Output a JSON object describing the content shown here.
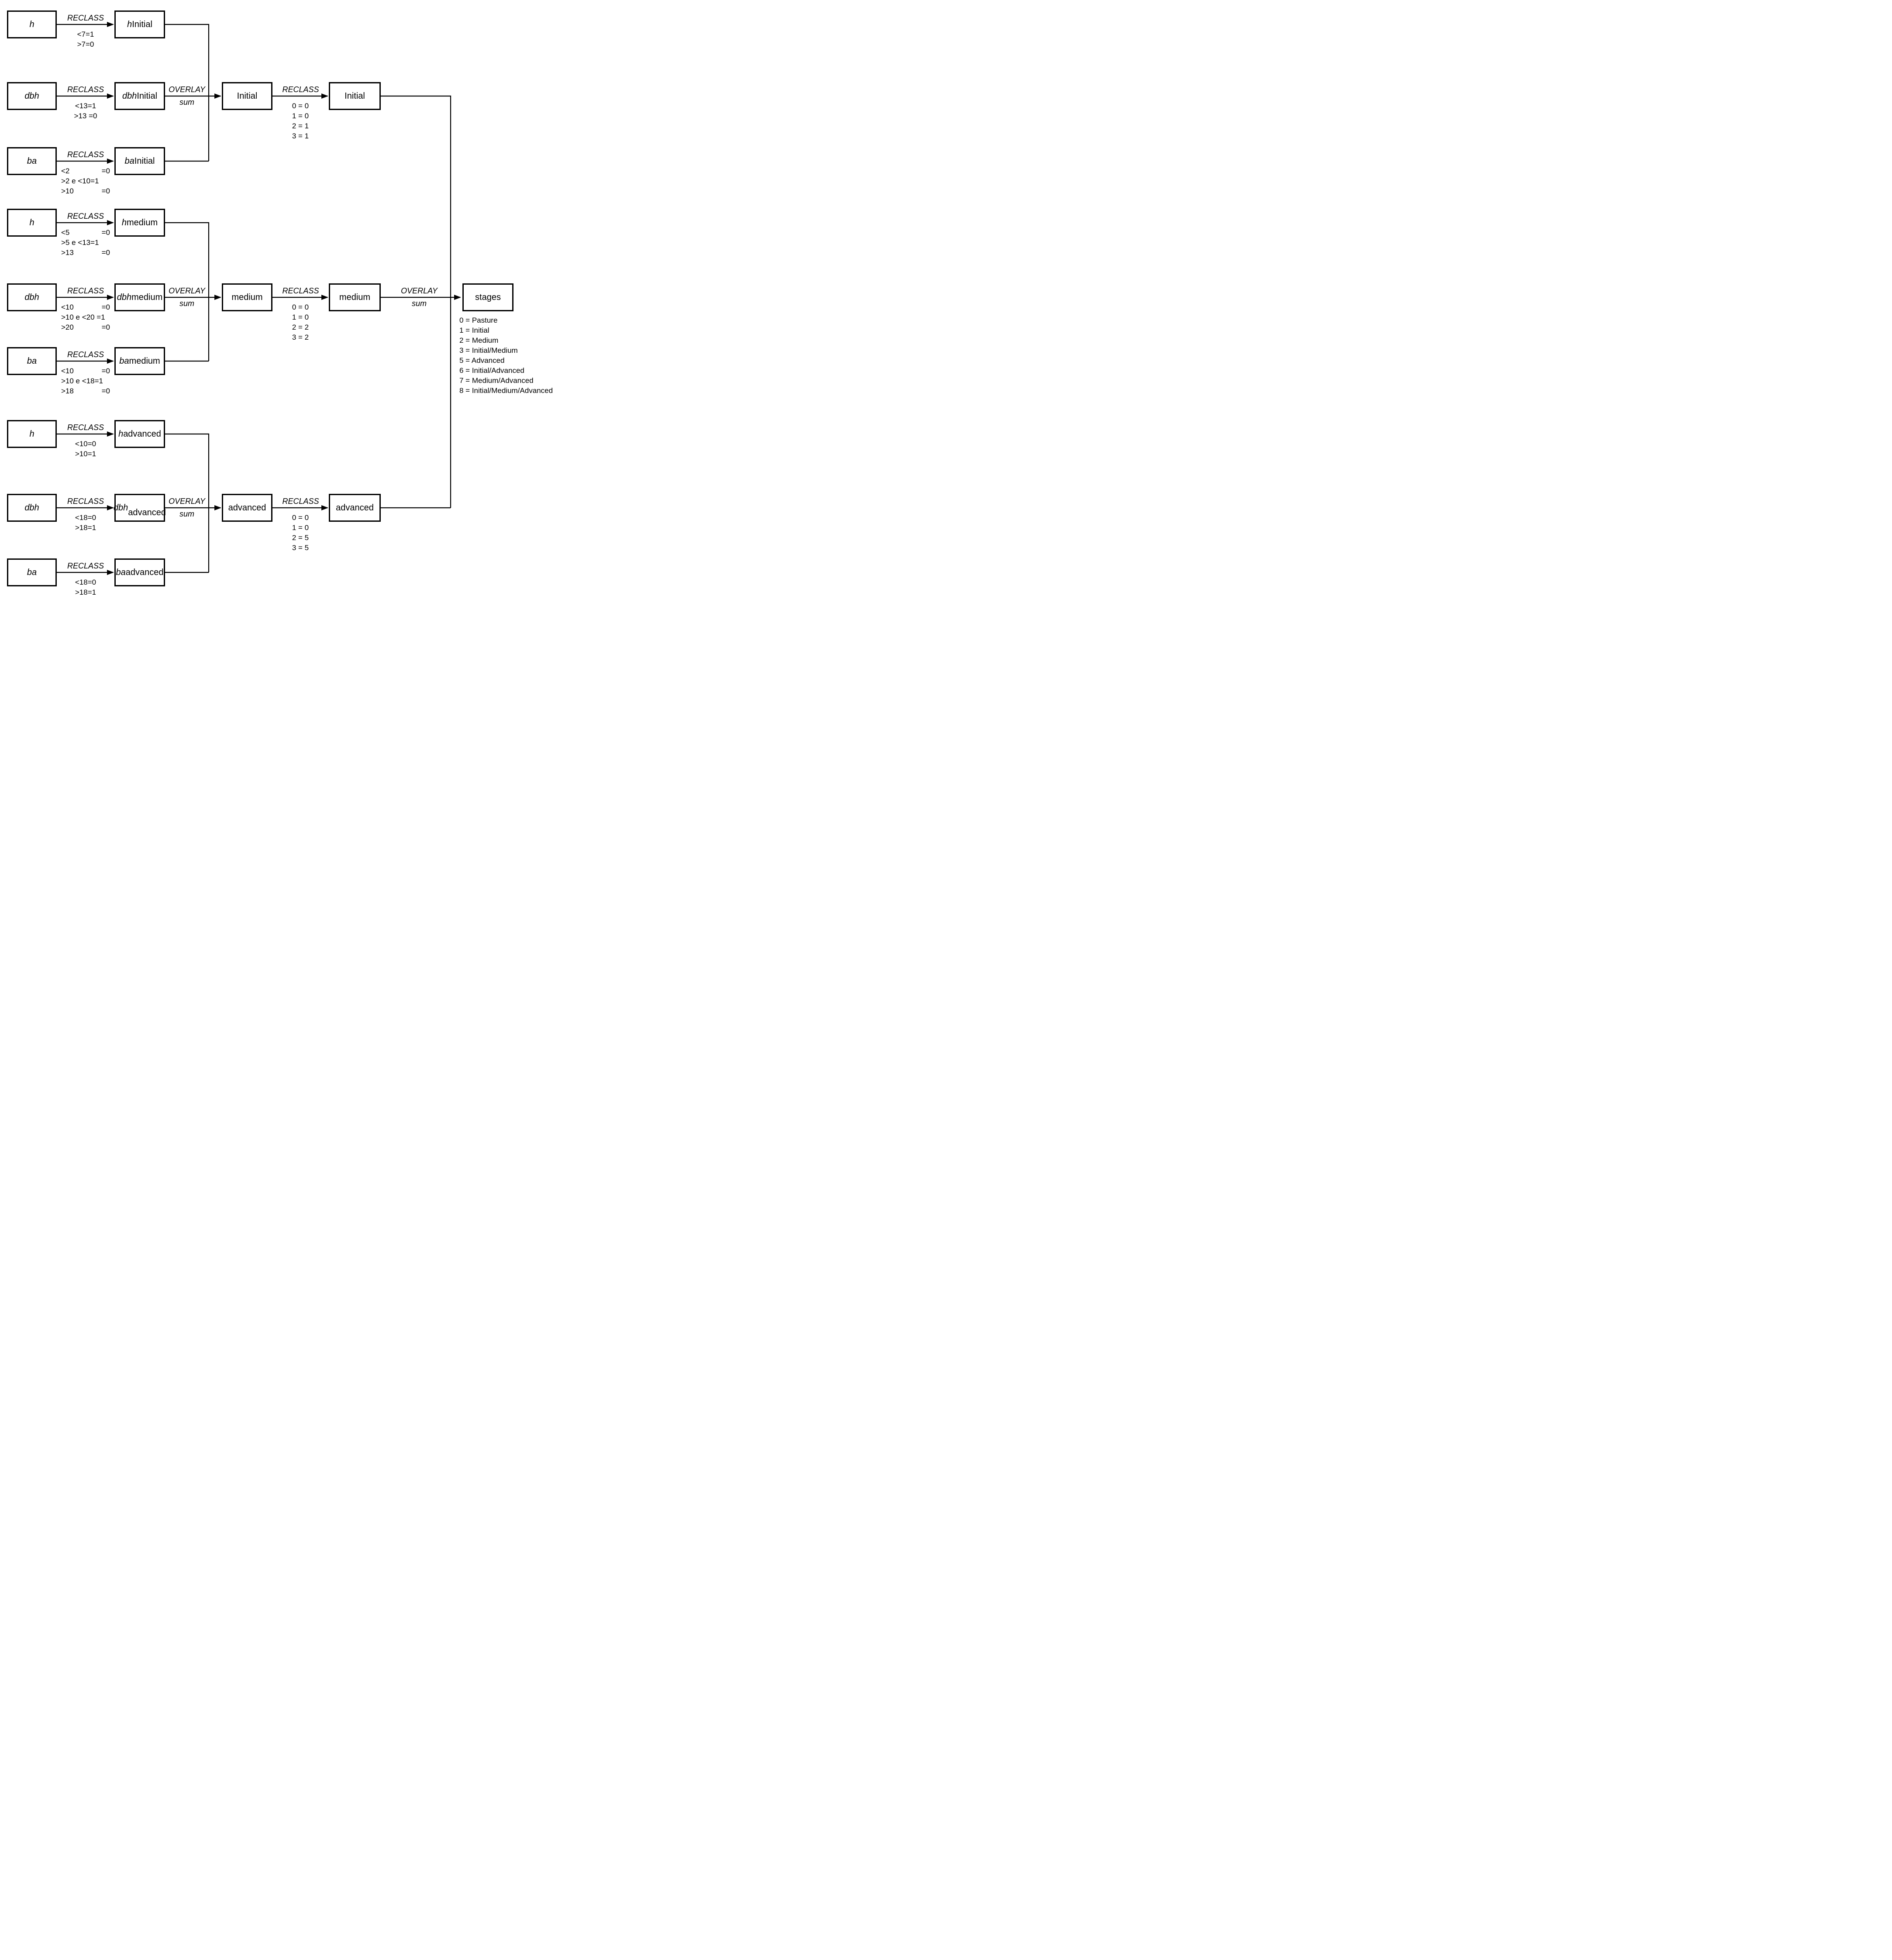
{
  "ops": {
    "reclass": "RECLASS",
    "overlay": "OVERLAY",
    "sum": "sum"
  },
  "groups": [
    {
      "stage1": "Initial",
      "stage2": "Initial",
      "mapping": [
        "0 = 0",
        "1 = 0",
        "2 = 1",
        "3 = 1"
      ],
      "rows": [
        {
          "input": "h",
          "out_var": "h",
          "out_rest": " Initial",
          "criteria": [
            "<7=1",
            ">7=0"
          ]
        },
        {
          "input": "dbh",
          "out_var": "dbh",
          "out_rest": " Initial",
          "criteria": [
            "<13=1",
            ">13 =0"
          ]
        },
        {
          "input": "ba",
          "out_var": "ba",
          "out_rest": " Initial",
          "criteria": [
            [
              "<2",
              "=0"
            ],
            ">2 e <10=1",
            [
              ">10",
              "=0"
            ]
          ]
        }
      ]
    },
    {
      "stage1": "medium",
      "stage2": "medium",
      "mapping": [
        "0 = 0",
        "1 = 0",
        "2 = 2",
        "3 = 2"
      ],
      "rows": [
        {
          "input": "h",
          "out_var": "h",
          "out_rest": " medium",
          "criteria": [
            [
              "<5",
              "=0"
            ],
            ">5 e <13=1",
            [
              ">13",
              "=0"
            ]
          ]
        },
        {
          "input": "dbh",
          "out_var": "dbh",
          "out_rest": " medium",
          "criteria": [
            [
              "<10",
              "=0"
            ],
            ">10 e <20 =1",
            [
              ">20",
              "=0"
            ]
          ]
        },
        {
          "input": "ba",
          "out_var": "ba",
          "out_rest": " medium",
          "criteria": [
            [
              "<10",
              "=0"
            ],
            ">10 e <18=1",
            [
              ">18",
              "=0"
            ]
          ]
        }
      ]
    },
    {
      "stage1": "advanced",
      "stage2": "advanced",
      "mapping": [
        "0 = 0",
        "1 = 0",
        "2 = 5",
        "3 = 5"
      ],
      "rows": [
        {
          "input": "h",
          "out_var": "h",
          "out_rest": " advanced",
          "criteria": [
            "<10=0",
            ">10=1"
          ]
        },
        {
          "input": "dbh",
          "out_var": "dbh",
          "out_rest": "\nadvanced",
          "criteria": [
            "<18=0",
            ">18=1"
          ]
        },
        {
          "input": "ba",
          "out_var": "ba",
          "out_rest": " advanced",
          "criteria": [
            "<18=0",
            ">18=1"
          ]
        }
      ]
    }
  ],
  "final": {
    "label": "stages",
    "legend": [
      "0 = Pasture",
      "1 = Initial",
      "2 = Medium",
      "3 = Initial/Medium",
      "5 = Advanced",
      "6 = Initial/Advanced",
      "7 = Medium/Advanced",
      "8 = Initial/Medium/Advanced"
    ]
  }
}
